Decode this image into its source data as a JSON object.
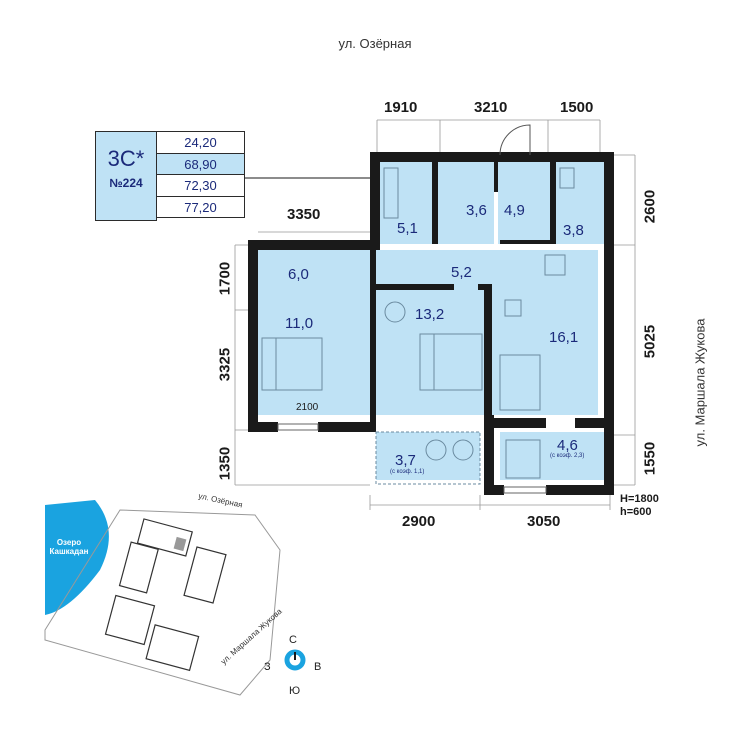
{
  "streets": {
    "top": "ул. Озёрная",
    "right": "ул. Маршала Жукова"
  },
  "apartment": {
    "type": "3С*",
    "number": "№224",
    "areas": [
      "24,20",
      "68,90",
      "72,30",
      "77,20"
    ]
  },
  "dimensions": {
    "top": [
      "1910",
      "3210",
      "1500"
    ],
    "left_upper": "3350",
    "left_side": [
      "1700",
      "3325",
      "1350"
    ],
    "right_side": [
      "2600",
      "5025",
      "1550"
    ],
    "bottom": [
      "2900",
      "3050"
    ],
    "inner_width": "2100"
  },
  "rooms": [
    {
      "area": "5,1"
    },
    {
      "area": "3,6"
    },
    {
      "area": "4,9"
    },
    {
      "area": "3,8"
    },
    {
      "area": "6,0"
    },
    {
      "area": "5,2"
    },
    {
      "area": "13,2"
    },
    {
      "area": "11,0"
    },
    {
      "area": "16,1"
    },
    {
      "area": "3,7",
      "coef": "(с коэф. 1,1)"
    },
    {
      "area": "4,6",
      "coef": "(с коэф. 2,3)"
    }
  ],
  "window_note": {
    "H": "H=1800",
    "h": "h=600"
  },
  "site_plan": {
    "street_top": "ул. Озёрная",
    "street_diag": "ул. Маршала Жукова",
    "lake": "Озеро Кашкадан",
    "compass": {
      "n": "С",
      "s": "Ю",
      "e": "В",
      "w": "З"
    }
  },
  "colors": {
    "room_fill": "#bfe2f5",
    "wall": "#1a1a1a",
    "lake": "#1aa3e0"
  }
}
